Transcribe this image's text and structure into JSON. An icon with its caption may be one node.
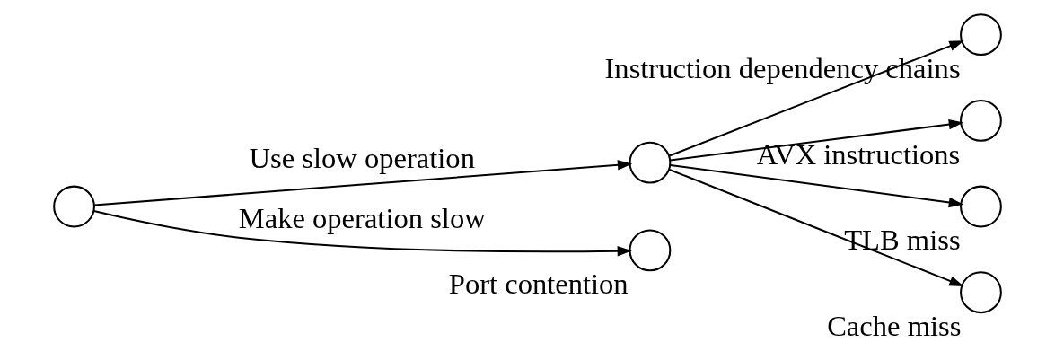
{
  "diagram": {
    "nodes": [
      {
        "text": [],
        "shape": "circle"
      },
      {
        "text": [],
        "shape": "circle"
      },
      {
        "text": [],
        "shape": "circle",
        "beside": [
          "Instruction dependency chains"
        ]
      },
      {
        "text": [],
        "shape": "circle",
        "beside": [
          "AVX instructions"
        ]
      },
      {
        "text": [],
        "shape": "circle",
        "beside": [
          "TLB miss"
        ]
      },
      {
        "text": [],
        "shape": "circle",
        "beside": [
          "Cache miss"
        ]
      },
      {
        "text": [],
        "shape": "circle",
        "beside": [
          "Port contention"
        ]
      }
    ],
    "edges": [
      {
        "from": 0,
        "to": 1,
        "arrow": "to",
        "label": "Use slow operation"
      },
      {
        "from": 0,
        "to": 6,
        "arrow": "to",
        "label": "Make operation slow"
      },
      {
        "from": 1,
        "to": 2,
        "arrow": "to"
      },
      {
        "from": 1,
        "to": 3,
        "arrow": "to"
      },
      {
        "from": 1,
        "to": 4,
        "arrow": "to"
      },
      {
        "from": 1,
        "to": 5,
        "arrow": "to"
      }
    ]
  }
}
